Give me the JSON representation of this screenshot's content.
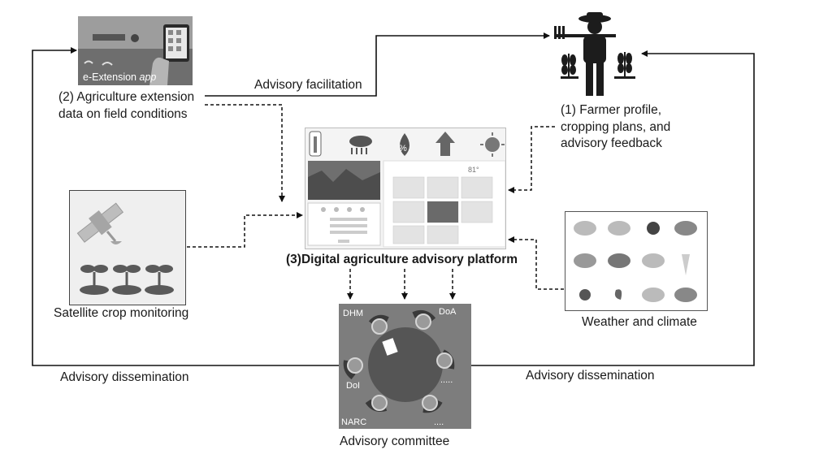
{
  "nodes": {
    "farmer": {
      "caption": [
        "(1) Farmer profile,",
        "cropping plans, and",
        "advisory feedback"
      ]
    },
    "extension_app": {
      "app_label": "e-Extension",
      "app_label_suffix": "app",
      "caption": [
        "(2) Agriculture extension",
        "data on field conditions"
      ]
    },
    "platform": {
      "caption": "(3)Digital agriculture advisory platform"
    },
    "satellite": {
      "caption": "Satellite crop monitoring"
    },
    "weather": {
      "caption": "Weather and climate"
    },
    "committee": {
      "caption": "Advisory committee",
      "seat_labels": [
        "DHM",
        "DoA",
        "DoI",
        ".....",
        "NARC",
        "...."
      ]
    }
  },
  "edges": {
    "advisory_facilitation": "Advisory facilitation",
    "dissemination_left": "Advisory dissemination",
    "dissemination_right": "Advisory dissemination"
  },
  "colors": {
    "line": "#111111",
    "dark_icon": "#1c1c1c",
    "mid_gray": "#7d7d7d",
    "table_gray": "#555555"
  }
}
